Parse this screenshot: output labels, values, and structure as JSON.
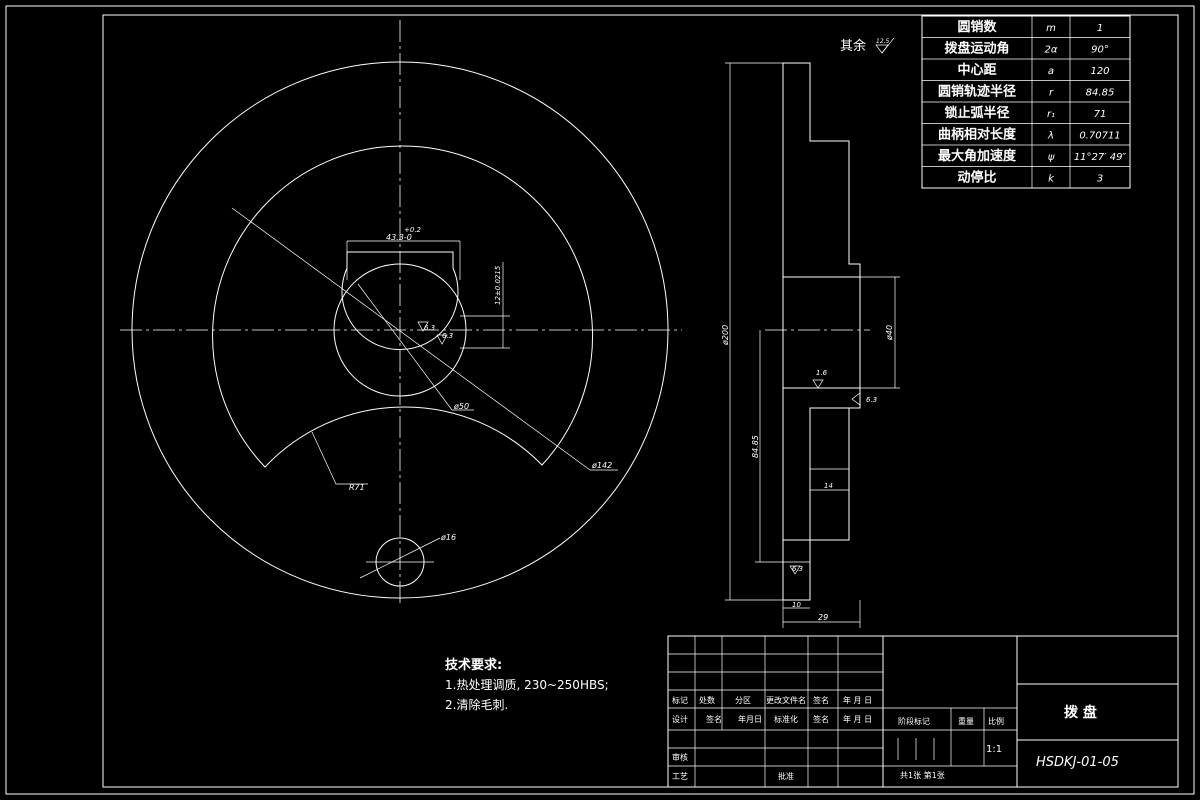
{
  "surface_finish": {
    "label": "其余",
    "value": "12.5"
  },
  "params": [
    {
      "name": "圆销数",
      "symbol": "m",
      "value": "1"
    },
    {
      "name": "拨盘运动角",
      "symbol": "2α",
      "value": "90°"
    },
    {
      "name": "中心距",
      "symbol": "a",
      "value": "120"
    },
    {
      "name": "圆销轨迹半径",
      "symbol": "r",
      "value": "84.85"
    },
    {
      "name": "锁止弧半径",
      "symbol": "r₁",
      "value": "71"
    },
    {
      "name": "曲柄相对长度",
      "symbol": "λ",
      "value": "0.70711"
    },
    {
      "name": "最大角加速度",
      "symbol": "ψ",
      "value": "11°27′ 49″"
    },
    {
      "name": "动停比",
      "symbol": "k",
      "value": "3"
    }
  ],
  "front_view": {
    "dims": {
      "keyway_width": "43.3-0",
      "keyway_tol": "+0.2",
      "key_depth": "12±0.0215",
      "bore_dia": "ø50",
      "arc_dia": "ø142",
      "lock_radius": "R71",
      "pin_hole_dia": "ø16",
      "finish_a": "6.3",
      "finish_b": "6.3"
    }
  },
  "side_view": {
    "dims": {
      "outer_dia": "ø200",
      "hub_dia": "ø40",
      "pin_radius": "84.85",
      "hub_width": "29",
      "web_width": "10",
      "pin_len": "14",
      "finish_top": "1.6",
      "finish_right": "6.3",
      "finish_bottom": "6.3"
    }
  },
  "tech_requirements": {
    "title": "技术要求:",
    "items": [
      "1.热处理调质, 230~250HBS;",
      "2.清除毛刺."
    ]
  },
  "title_block": {
    "part_name": "拨 盘",
    "drawing_no": "HSDKJ-01-05",
    "scale": "1:1",
    "row_a": [
      "标记",
      "处数",
      "分区",
      "更改文件名",
      "签名",
      "年 月 日"
    ],
    "row_b": [
      "设计",
      "签名",
      "年月日",
      "标准化",
      "签名",
      "年 月 日"
    ],
    "row_c": [
      "审核"
    ],
    "row_d": [
      "工艺",
      "批准"
    ],
    "stage_label": "阶段标记",
    "weight_label": "重量",
    "scale_label": "比例",
    "sheets": "共1张 第1张"
  }
}
